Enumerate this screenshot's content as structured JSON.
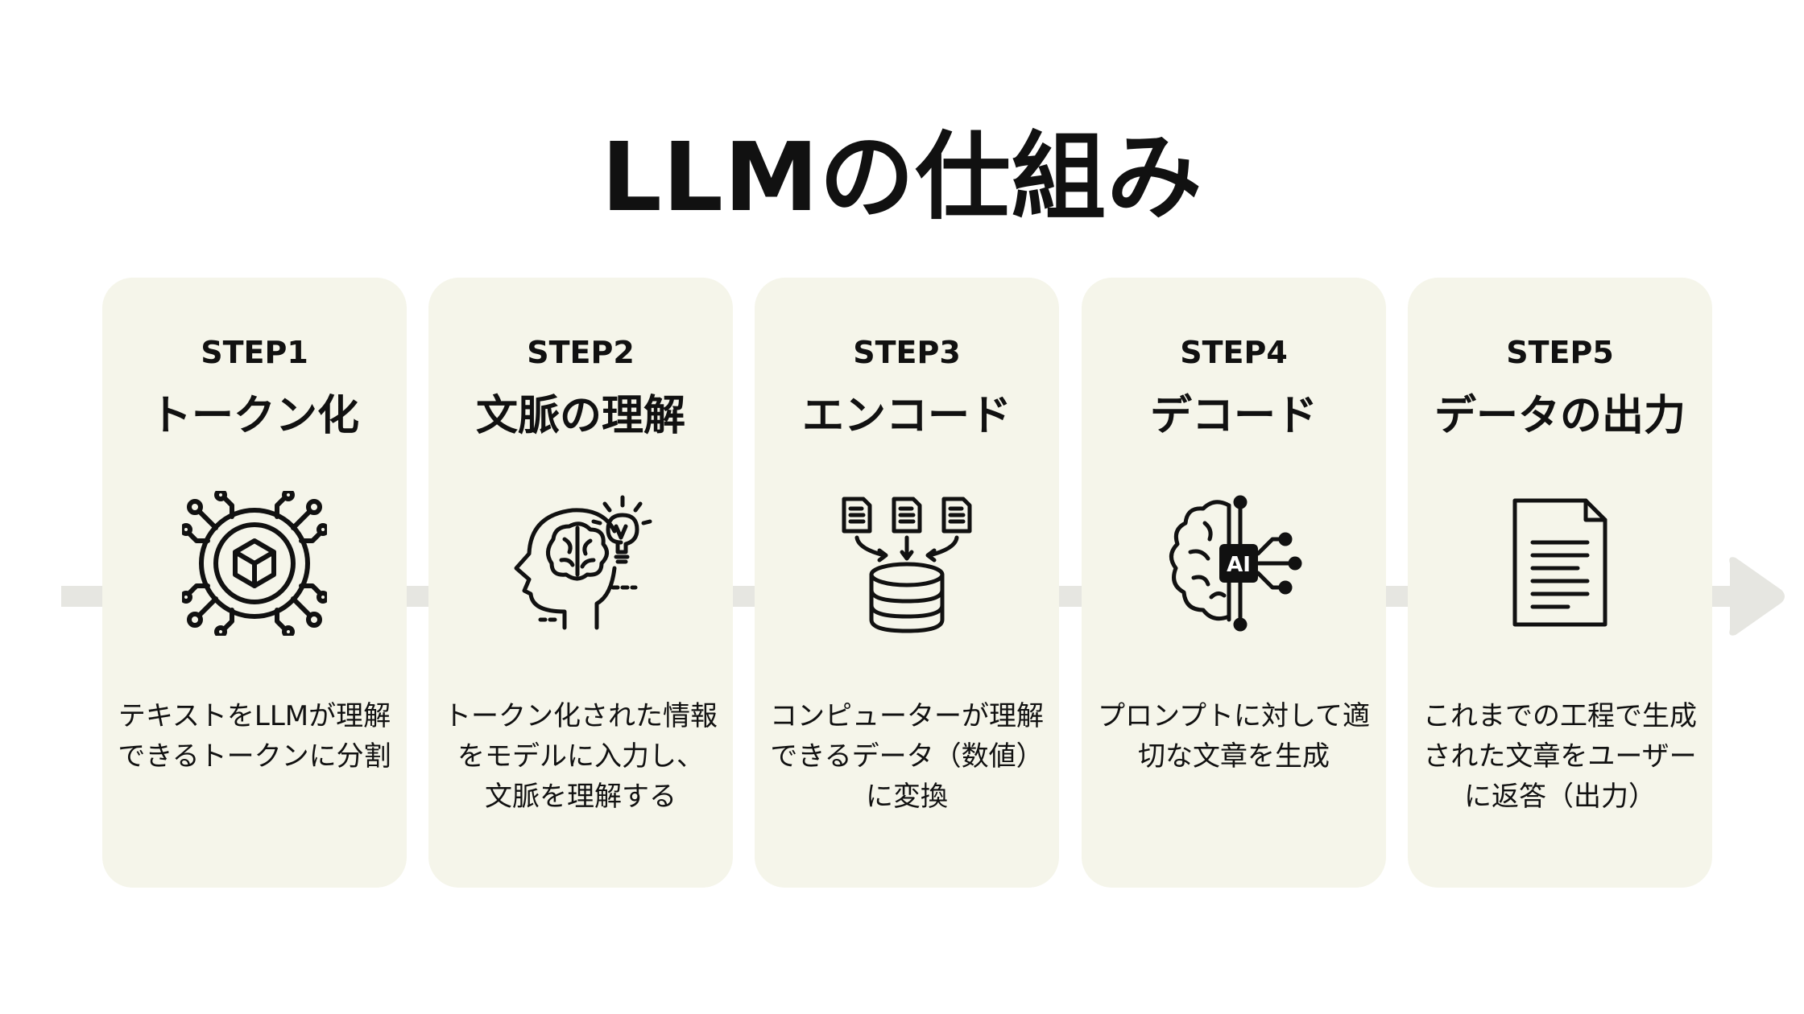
{
  "title": "LLMの仕組み",
  "steps": [
    {
      "label": "STEP1",
      "title": "トークン化",
      "icon": "chip-cube-icon",
      "desc": [
        "テキストをLLMが理解",
        "できるトークンに分割"
      ]
    },
    {
      "label": "STEP2",
      "title": "文脈の理解",
      "icon": "head-brain-lightbulb-icon",
      "desc": [
        "トークン化された情報",
        "をモデルに入力し、",
        "文脈を理解する"
      ]
    },
    {
      "label": "STEP3",
      "title": "エンコード",
      "icon": "documents-to-database-icon",
      "desc": [
        "コンピューターが理解",
        "できるデータ（数値）",
        "に変換"
      ]
    },
    {
      "label": "STEP4",
      "title": "デコード",
      "icon": "ai-brain-circuit-icon",
      "desc": [
        "プロンプトに対して適",
        "切な文章を生成"
      ]
    },
    {
      "label": "STEP5",
      "title": "データの出力",
      "icon": "document-icon",
      "desc": [
        "これまでの工程で生成",
        "された文章をユーザー",
        "に返答（出力）"
      ]
    }
  ],
  "colors": {
    "card_bg": "#f5f5ea",
    "arrow": "#e6e6e1",
    "text": "#111111"
  }
}
